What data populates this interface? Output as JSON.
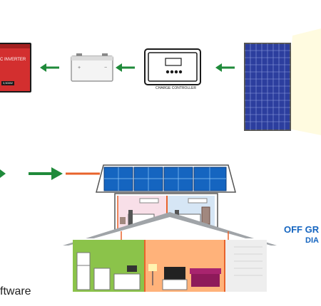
{
  "inverter": {
    "label": "C INVERTER",
    "badge": "3,500W"
  },
  "charge_controller": {
    "label": "CHARGE CONTROLLER"
  },
  "diagram_title": {
    "line1": "OFF GR",
    "line2": "DIA"
  },
  "footer": {
    "text": "ftware"
  },
  "colors": {
    "arrow_green": "#1f8a3a",
    "wire_orange": "#e8632b",
    "inverter_red": "#d32f2f",
    "panel_blue": "#2c3e9e",
    "title_blue": "#1565c0"
  },
  "icons": [
    "solar-panel-icon",
    "charge-controller-icon",
    "battery-icon",
    "inverter-icon",
    "house-icon",
    "arrow-left-icon",
    "arrow-right-icon"
  ]
}
